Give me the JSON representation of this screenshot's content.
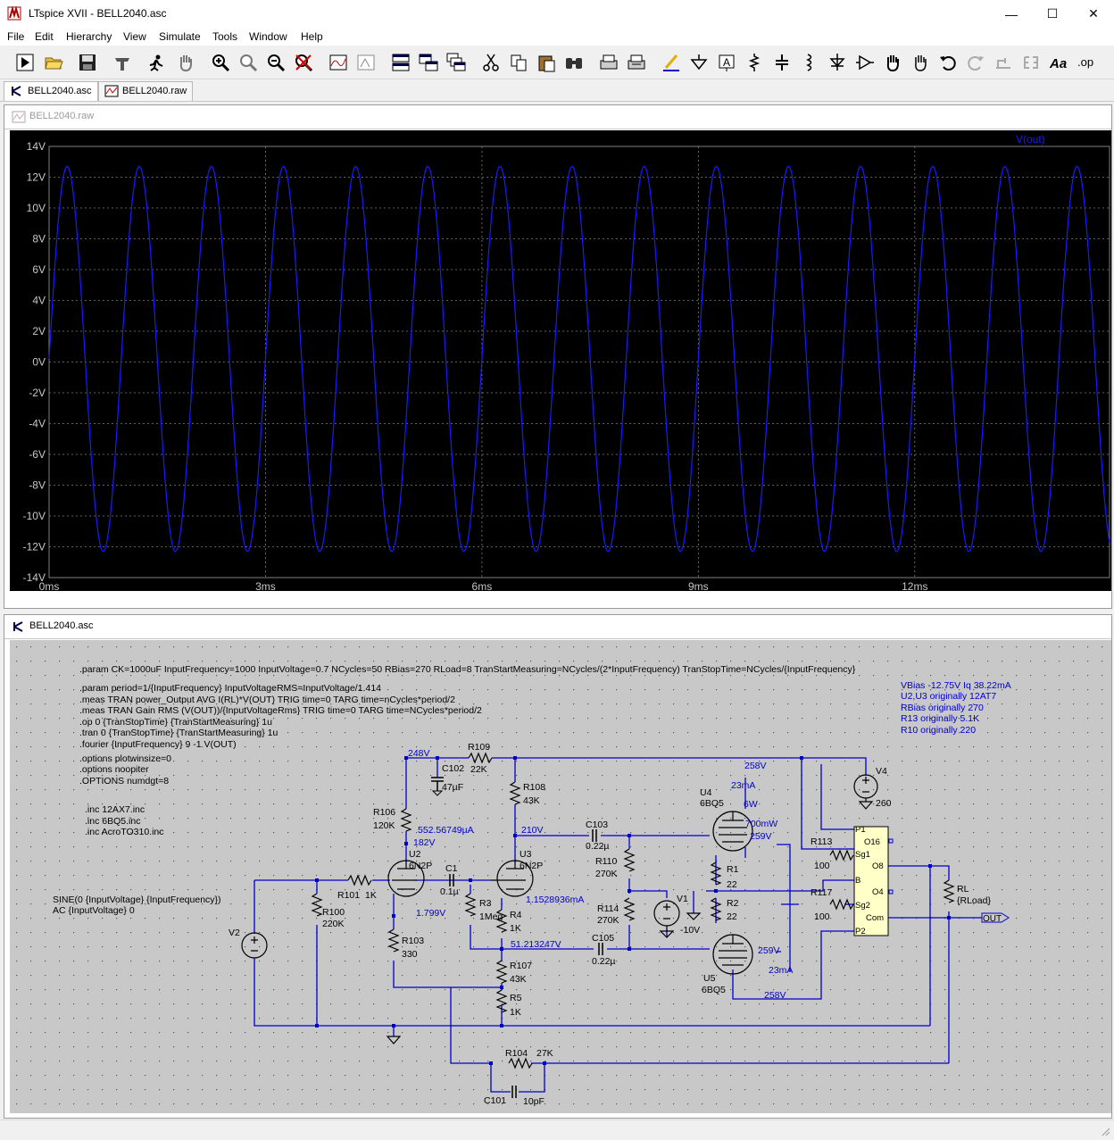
{
  "window": {
    "title": "LTspice XVII - BELL2040.asc",
    "controls": {
      "minimize": "—",
      "maximize": "☐",
      "close": "✕"
    }
  },
  "menu": [
    "File",
    "Edit",
    "Hierarchy",
    "View",
    "Simulate",
    "Tools",
    "Window",
    "Help"
  ],
  "toolbar_icons": [
    "run-icon",
    "open-icon",
    "save-icon",
    "control-panel-icon",
    "halt-icon",
    "pan-icon",
    "zoom-in-icon",
    "zoom-full-icon",
    "zoom-out-icon",
    "zoom-cancel-icon",
    "autorange-icon",
    "plot-settings-icon",
    "tile-horizontal-icon",
    "tile-vertical-icon",
    "cascade-icon",
    "cut-icon",
    "copy-icon",
    "paste-icon",
    "find-icon",
    "print-icon",
    "print-setup-icon",
    "draw-wire-icon",
    "ground-icon",
    "label-net-icon",
    "resistor-icon",
    "capacitor-icon",
    "inductor-icon",
    "diode-icon",
    "component-icon",
    "move-icon",
    "drag-icon",
    "undo-icon",
    "redo-icon",
    "rotate-icon",
    "mirror-icon",
    "text-icon",
    "spice-directive-icon"
  ],
  "tabs": [
    {
      "label": "BELL2040.asc",
      "active": true
    },
    {
      "label": "BELL2040.raw",
      "active": false
    }
  ],
  "waveform_window": {
    "title": "BELL2040.raw",
    "trace_label": "V(out)",
    "trace_color": "#1a1aff"
  },
  "chart_data": {
    "type": "line",
    "title": "",
    "series": [
      {
        "name": "V(out)",
        "amplitude": 12.5,
        "offset": 0.2,
        "frequency_hz": 1000,
        "phase": "sine starting at 0V rising",
        "x_start_ms": 0,
        "x_end_ms": 14.7
      }
    ],
    "xlim": [
      0,
      14.7
    ],
    "ylim": [
      -14,
      14
    ],
    "x_ticks": [
      "0ms",
      "3ms",
      "6ms",
      "9ms",
      "12ms"
    ],
    "x_tick_values": [
      0,
      3,
      6,
      9,
      12
    ],
    "y_ticks": [
      "14V",
      "12V",
      "10V",
      "8V",
      "6V",
      "4V",
      "2V",
      "0V",
      "-2V",
      "-4V",
      "-6V",
      "-8V",
      "-10V",
      "-12V",
      "-14V"
    ],
    "y_tick_values": [
      14,
      12,
      10,
      8,
      6,
      4,
      2,
      0,
      -2,
      -4,
      -6,
      -8,
      -10,
      -12,
      -14
    ],
    "grid": true,
    "legend": "top-right"
  },
  "schematic_window": {
    "title": "BELL2040.asc",
    "directives": [
      ".param CK=1000uF InputFrequency=1000 InputVoltage=0.7 NCycles=50 RBias=270 RLoad=8 TranStartMeasuring=NCycles/(2*InputFrequency) TranStopTime=NCycles/{InputFrequency}",
      ".param period=1/{InputFrequency} InputVoltageRMS=InputVoltage/1.414",
      ".meas TRAN power_Output AVG I(RL)*V(OUT) TRIG time=0 TARG time=nCycles*period/2",
      ".meas TRAN Gain RMS (V(OUT))/{InputVoltageRms} TRIG time=0 TARG time=NCycles*period/2",
      ".op 0 {TranStopTime} {TranStartMeasuring} 1u",
      ".tran 0 {TranStopTime} {TranStartMeasuring} 1u",
      ".fourier {InputFrequency} 9 -1 V(OUT)",
      ".options plotwinsize=0",
      ".options noopiter",
      ".OPTIONS numdgt=8",
      ".inc 12AX7.inc",
      ".inc 6BQ5.inc",
      ".inc AcroTO310.inc"
    ],
    "notes": [
      "VBias -12.75V  Iq 38.22mA",
      "U2,U3 originally 12AT7",
      "RBias originally 270",
      "R13 originally 5.1K",
      "R10 originally 220"
    ],
    "source_text": [
      "SINE(0 {InputVoltage} {InputFrequency})",
      "AC {InputVoltage} 0"
    ],
    "components": {
      "R109": {
        "name": "R109",
        "value": "22K"
      },
      "C102": {
        "name": "C102",
        "value": "47µF"
      },
      "R108": {
        "name": "R108",
        "value": "43K"
      },
      "R106": {
        "name": "R106",
        "value": "120K"
      },
      "U2": {
        "name": "U2",
        "value": "6N2P"
      },
      "U3": {
        "name": "U3",
        "value": "6N2P"
      },
      "C1": {
        "name": "C1",
        "value": "0.1µ"
      },
      "R3": {
        "name": "R3",
        "value": "1Meg"
      },
      "R4": {
        "name": "R4",
        "value": "1K"
      },
      "R101": {
        "name": "R101",
        "value": "1K"
      },
      "R100": {
        "name": "R100",
        "value": "220K"
      },
      "V2": {
        "name": "V2"
      },
      "R103": {
        "name": "R103",
        "value": "330"
      },
      "R107": {
        "name": "R107",
        "value": "43K"
      },
      "R5": {
        "name": "R5",
        "value": "1K"
      },
      "C103": {
        "name": "C103",
        "value": "0.22µ"
      },
      "R110": {
        "name": "R110",
        "value": "270K"
      },
      "R114": {
        "name": "R114",
        "value": "270K"
      },
      "C105": {
        "name": "C105",
        "value": "0.22µ"
      },
      "V1": {
        "name": "V1",
        "value": "-10V"
      },
      "U4": {
        "name": "U4",
        "value": "6BQ5"
      },
      "U5": {
        "name": "U5",
        "value": "6BQ5"
      },
      "R1": {
        "name": "R1",
        "value": "22"
      },
      "R2": {
        "name": "R2",
        "value": "22"
      },
      "R113": {
        "name": "R113",
        "value": "100"
      },
      "R117": {
        "name": "R117",
        "value": "100"
      },
      "V4": {
        "name": "V4",
        "value": "260"
      },
      "RL": {
        "name": "RL",
        "value": "{RLoad}"
      },
      "R104": {
        "name": "R104",
        "value": "27K"
      },
      "C101": {
        "name": "C101",
        "value": "10pF"
      }
    },
    "transformer_pins": [
      "P1",
      "O16",
      "Sg1",
      "O8",
      "B",
      "O4",
      "Sg2",
      "Com",
      "P2"
    ],
    "net_labels": {
      "out": "OUT"
    },
    "op_annotations": {
      "v248": "248V",
      "v182": "182V",
      "i552": "552.56749µA",
      "v210": "210V",
      "i1152": "1.1528936mA",
      "v1799": "1.799V",
      "v51": "51.213247V",
      "v258a": "258V",
      "i23a": "23mA",
      "w6": "6W",
      "w700": "700mW",
      "v259a": "259V",
      "v259b": "259V",
      "i23b": "23mA",
      "v258b": "258V"
    }
  }
}
